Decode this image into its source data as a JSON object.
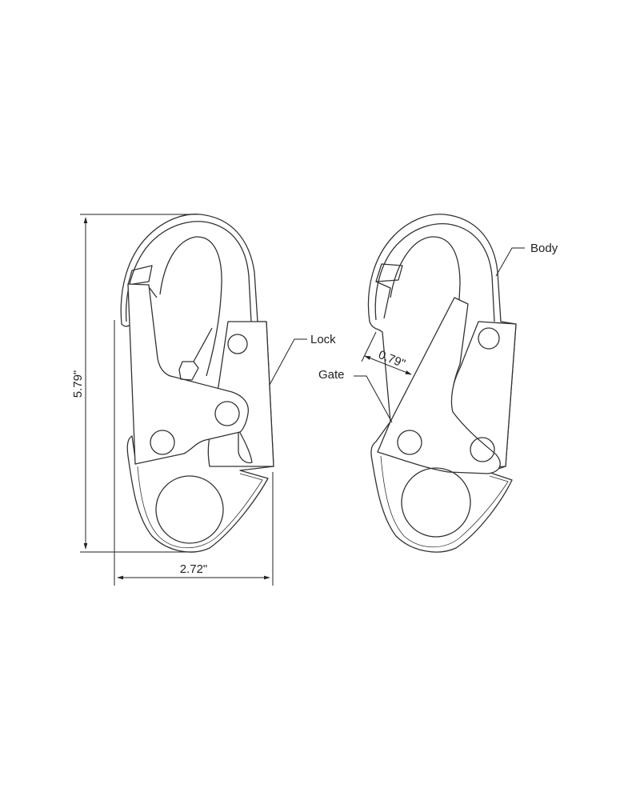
{
  "dimensions": {
    "height": "5.79\"",
    "width": "2.72\"",
    "gate_opening": "0.79\""
  },
  "labels": {
    "lock": "Lock",
    "gate": "Gate",
    "body": "Body"
  }
}
